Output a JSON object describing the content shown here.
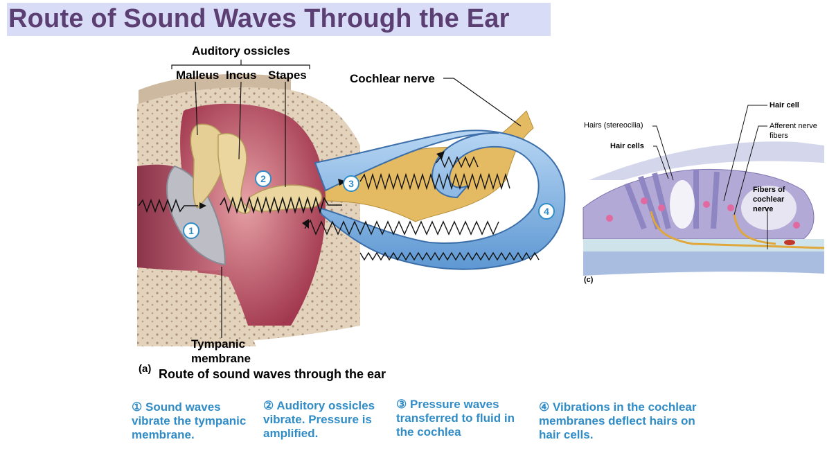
{
  "title": "Route of Sound Waves Through the Ear",
  "labels": {
    "auditory_ossicles": "Auditory ossicles",
    "malleus": "Malleus",
    "incus": "Incus",
    "stapes": "Stapes",
    "cochlear_nerve": "Cochlear nerve",
    "tympanic_membrane_line1": "Tympanic",
    "tympanic_membrane_line2": "membrane",
    "panel_a": "(a)",
    "panel_a_caption": "Route of sound waves through the ear"
  },
  "inset": {
    "hair_cell": "Hair cell",
    "stereocilia": "Hairs (stereocilia)",
    "afferent_line1": "Afferent nerve",
    "afferent_line2": "fibers",
    "hair_cells": "Hair cells",
    "fibers_line1": "Fibers of",
    "fibers_line2": "cochlear",
    "fibers_line3": "nerve",
    "panel_c": "(c)"
  },
  "markers": [
    "1",
    "2",
    "3",
    "4"
  ],
  "steps": [
    {
      "num": "①",
      "lines": [
        "Sound waves",
        "vibrate the tympanic",
        "membrane."
      ]
    },
    {
      "num": "②",
      "lines": [
        "Auditory ossicles",
        "vibrate. Pressure is",
        "amplified."
      ]
    },
    {
      "num": "③",
      "lines": [
        "Pressure waves",
        "transferred to fluid in",
        "the cochlea"
      ]
    },
    {
      "num": "④",
      "lines": [
        "Vibrations in the cochlear",
        "membranes deflect hairs on",
        "hair cells."
      ]
    }
  ],
  "colors": {
    "title": "#5b3f72",
    "title_bg": "#d9dcf7",
    "step_text": "#2f8cc7",
    "cochlea": "#7fb3e3",
    "bone": "#e8d8c2",
    "tissue": "#b5536b",
    "nerve": "#d9a84a"
  }
}
